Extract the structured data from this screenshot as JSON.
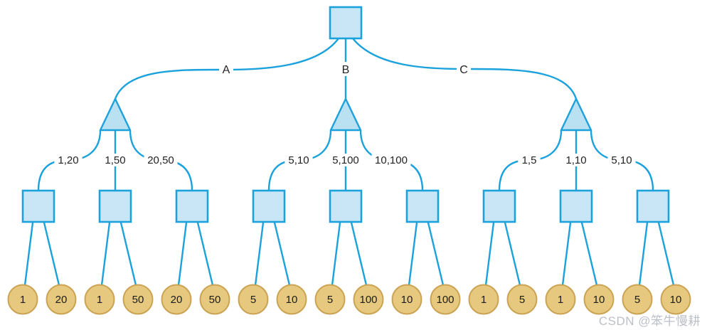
{
  "diagram": {
    "watermark": "CSDN @笨牛慢耕",
    "colors": {
      "edge": "#1ba2dd",
      "square_fill": "#c8e6f6",
      "triangle_fill": "#b9e1f2",
      "circle_fill": "#e6c87f",
      "circle_stroke": "#cba352",
      "label_text": "#232323",
      "watermark_color": "#b6bac2"
    },
    "branches": [
      {
        "label": "A",
        "groups": [
          {
            "label": "1,20",
            "leaves": [
              "1",
              "20"
            ]
          },
          {
            "label": "1,50",
            "leaves": [
              "1",
              "50"
            ]
          },
          {
            "label": "20,50",
            "leaves": [
              "20",
              "50"
            ]
          }
        ]
      },
      {
        "label": "B",
        "groups": [
          {
            "label": "5,10",
            "leaves": [
              "5",
              "10"
            ]
          },
          {
            "label": "5,100",
            "leaves": [
              "5",
              "100"
            ]
          },
          {
            "label": "10,100",
            "leaves": [
              "10",
              "100"
            ]
          }
        ]
      },
      {
        "label": "C",
        "groups": [
          {
            "label": "1,5",
            "leaves": [
              "1",
              "5"
            ]
          },
          {
            "label": "1,10",
            "leaves": [
              "1",
              "10"
            ]
          },
          {
            "label": "5,10",
            "leaves": [
              "5",
              "10"
            ]
          }
        ]
      }
    ]
  }
}
